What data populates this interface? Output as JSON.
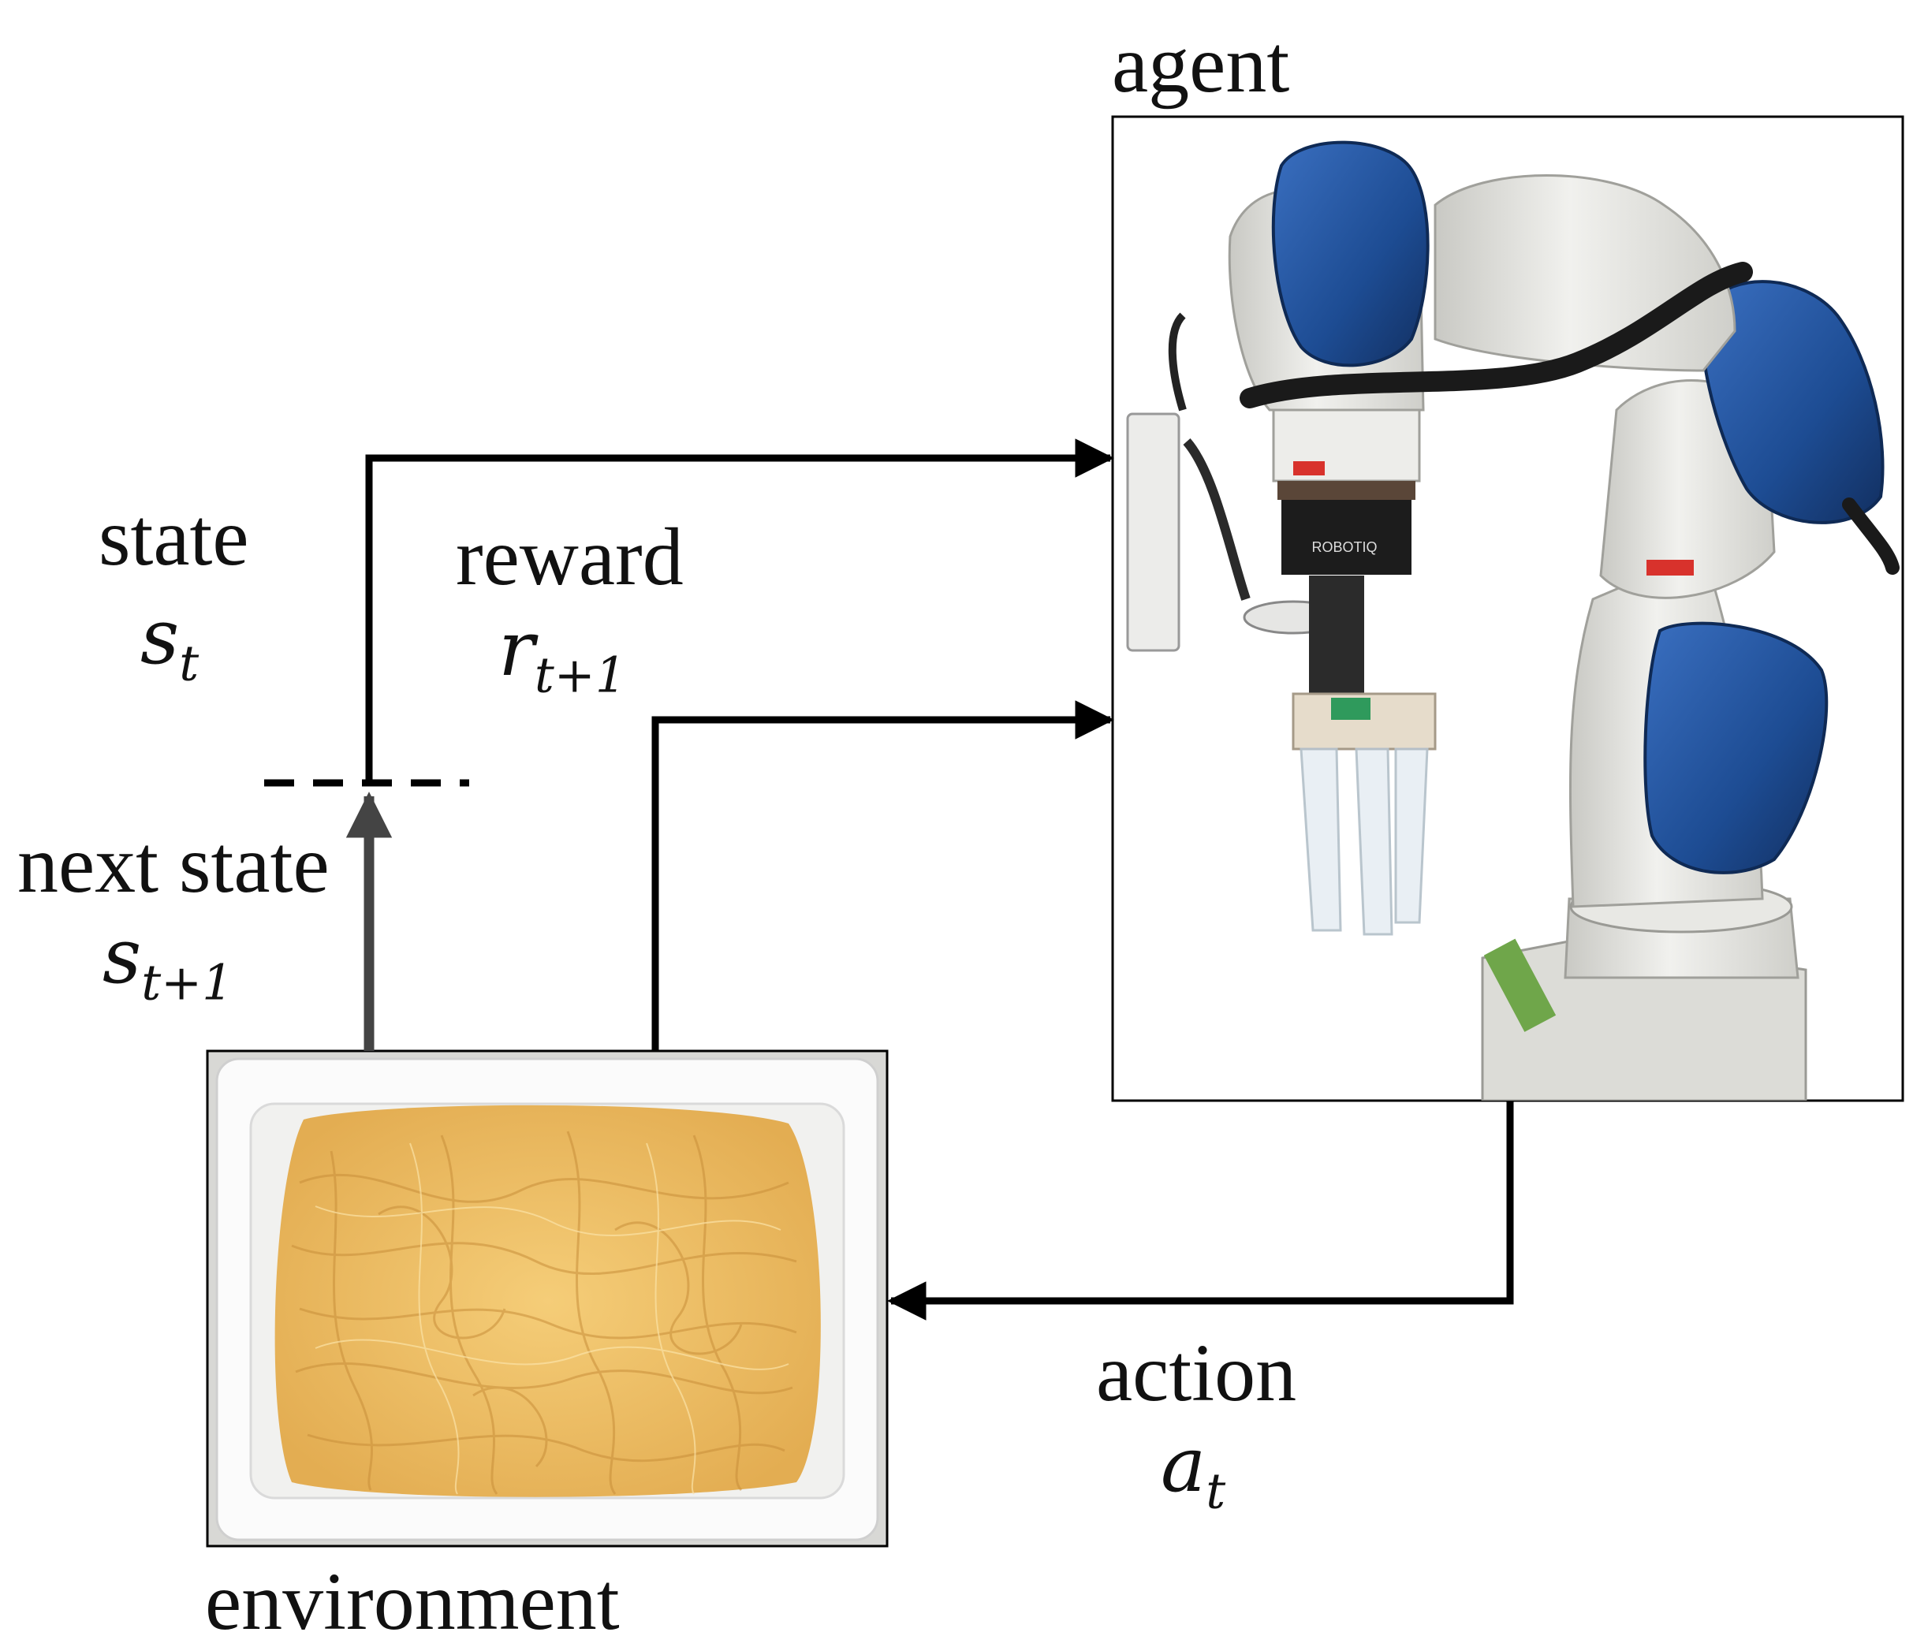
{
  "agent": {
    "label": "agent"
  },
  "environment": {
    "label": "environment"
  },
  "state": {
    "label": "state",
    "symbol": "s",
    "subscript": "t"
  },
  "reward": {
    "label": "reward",
    "symbol": "r",
    "subscript": "t+1"
  },
  "next_state": {
    "label": "next state",
    "symbol": "s",
    "subscript": "t+1"
  },
  "action": {
    "label": "action",
    "symbol": "a",
    "subscript": "t"
  },
  "colors": {
    "arrow": "#000000",
    "next_state_arrow": "#444444",
    "robot_blue": "#1e4f96",
    "robot_white": "#e6e6e1",
    "noodle": "#eebe62",
    "tray": "#fafafa"
  },
  "icons": {
    "agent_image": "robot-arm-icon",
    "environment_image": "noodle-tray-icon"
  }
}
